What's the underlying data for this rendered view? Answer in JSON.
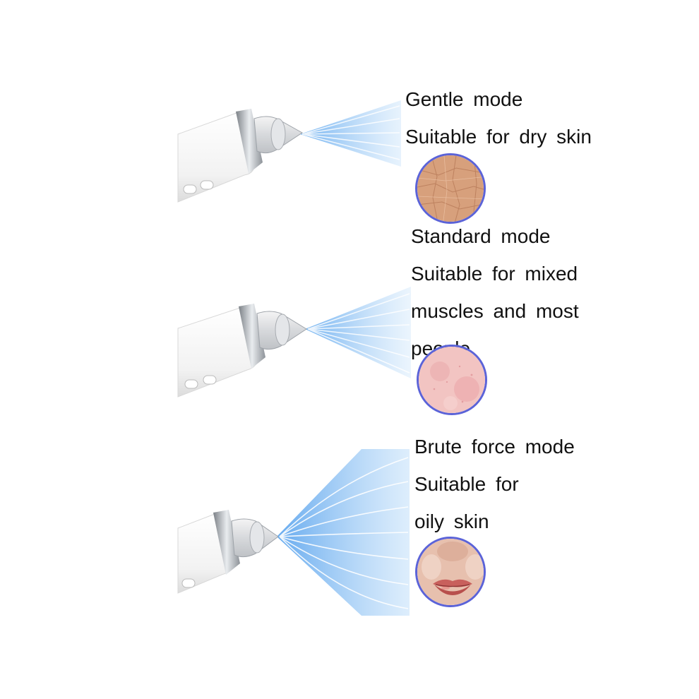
{
  "modes": [
    {
      "title": "Gentle mode",
      "desc": [
        "Suitable for dry skin"
      ],
      "skin": "dry-skin",
      "skin_color": "#d9a27e",
      "spray": "narrow"
    },
    {
      "title": "Standard mode",
      "desc": [
        "Suitable for mixed",
        "muscles and most",
        "people"
      ],
      "skin": "mixed-skin",
      "skin_color": "#f3c6c4",
      "spray": "medium"
    },
    {
      "title": "Brute force mode",
      "desc": [
        "Suitable for",
        "oily skin"
      ],
      "skin": "oily-skin-face",
      "skin_color": "#e9c3b3",
      "spray": "wide"
    }
  ],
  "device": {
    "body_color": "#f4f4f4",
    "ring_color": "#a9aeb4",
    "spray_color": "#8ec3f2"
  }
}
